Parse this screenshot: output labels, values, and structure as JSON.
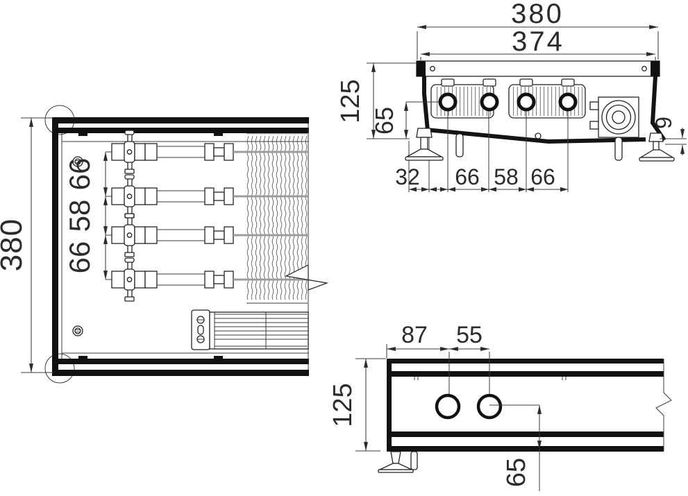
{
  "drawing_title": "Trench convector technical drawing (plan view, cross-section, side view)",
  "colors": {
    "background": "#ffffff",
    "line": "#1f1f1f",
    "pipe_gray": "#9c9c9c",
    "dimension_text": "#2b2b2b"
  },
  "plan_view": {
    "dim_depth": "380",
    "valve_spacing": [
      "66",
      "58",
      "66"
    ]
  },
  "section_view": {
    "dim_overall_width": "380",
    "dim_lid_width": "374",
    "dim_height": "125",
    "dim_pipe_axis_height": "65",
    "dim_bottom_clearance": "9",
    "pipe_chain": [
      "32",
      "66",
      "58",
      "66"
    ]
  },
  "side_view": {
    "dim_height": "125",
    "dim_end_to_pipe": "87",
    "dim_pipe_spacing": "55",
    "dim_pipe_axis_height": "65"
  }
}
